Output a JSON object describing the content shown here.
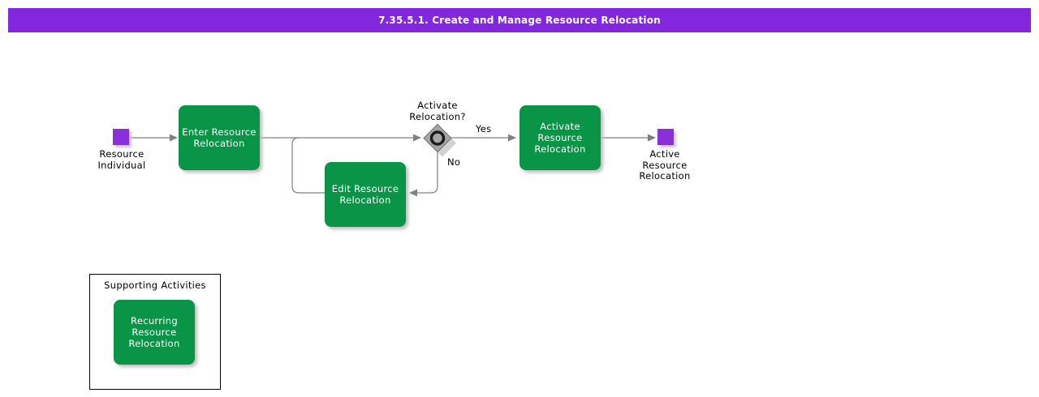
{
  "title": "7.35.5.1. Create and Manage Resource Relocation",
  "colors": {
    "title_bar": "#8227DD",
    "event_square": "#8B2FD9",
    "task_box": "#0A9447",
    "connector": "#808080",
    "decision_fill": "#A6A6A6"
  },
  "nodes": {
    "start_event": {
      "label": "Resource\nIndividual"
    },
    "enter_task": {
      "label": "Enter Resource\nRelocation"
    },
    "edit_task": {
      "label": "Edit Resource\nRelocation"
    },
    "decision": {
      "label": "Activate\nRelocation?",
      "yes_label": "Yes",
      "no_label": "No"
    },
    "activate_task": {
      "label": "Activate\nResource\nRelocation"
    },
    "end_event": {
      "label": "Active\nResource\nRelocation"
    },
    "supporting": {
      "title": "Supporting Activities",
      "recurring_task": {
        "label": "Recurring\nResource\nRelocation"
      }
    }
  }
}
